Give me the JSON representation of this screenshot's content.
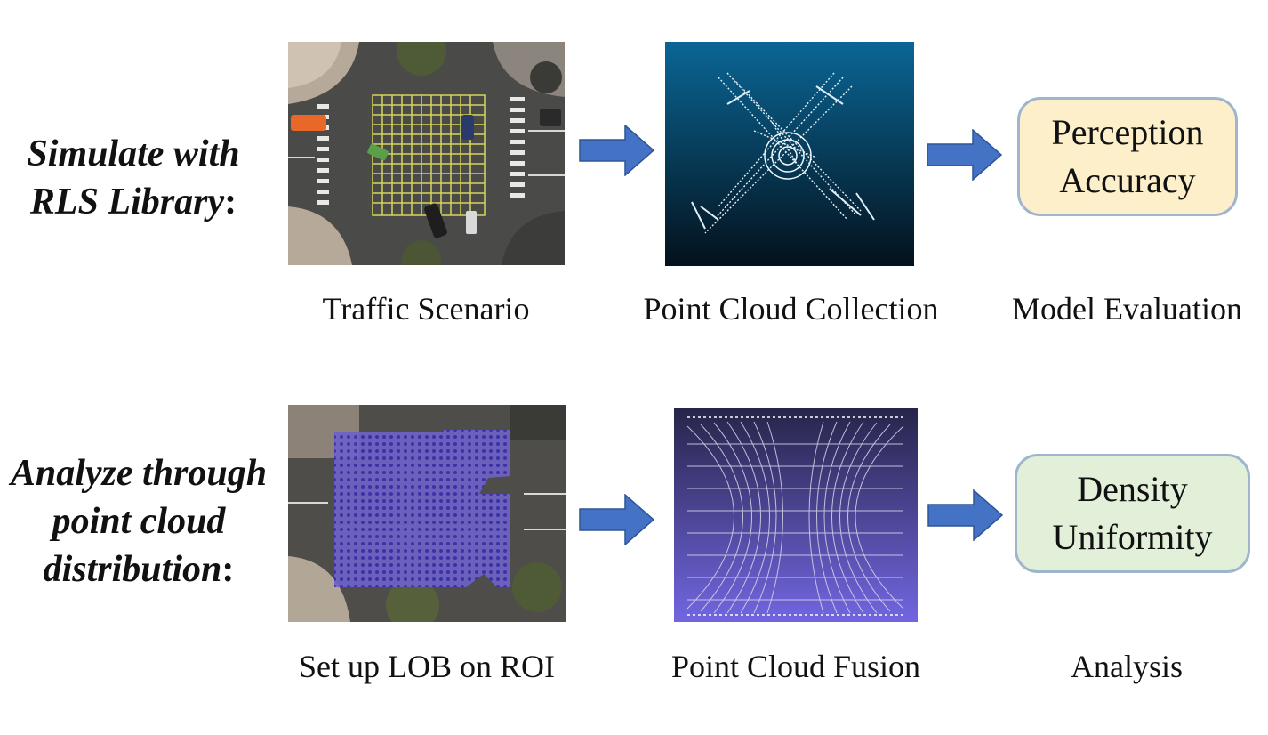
{
  "rows": [
    {
      "label_line1": "Simulate with",
      "label_line2": "RLS Library",
      "label_colon": ":",
      "captions": [
        "Traffic Scenario",
        "Point Cloud Collection",
        "Model Evaluation"
      ],
      "result": {
        "line1": "Perception",
        "line2": "Accuracy",
        "fill": "#fdefc9",
        "border": "#9fb5cc"
      }
    },
    {
      "label_line1": "Analyze through",
      "label_line2": "point cloud",
      "label_line3": "distribution",
      "label_colon": ":",
      "captions": [
        "Set up LOB on ROI",
        "Point Cloud Fusion",
        "Analysis"
      ],
      "result": {
        "line1": "Density",
        "line2": "Uniformity",
        "fill": "#e2efd9",
        "border": "#9fb5cc"
      }
    }
  ],
  "colors": {
    "arrow": "#4472c4",
    "arrow_outline": "#2f5597"
  }
}
